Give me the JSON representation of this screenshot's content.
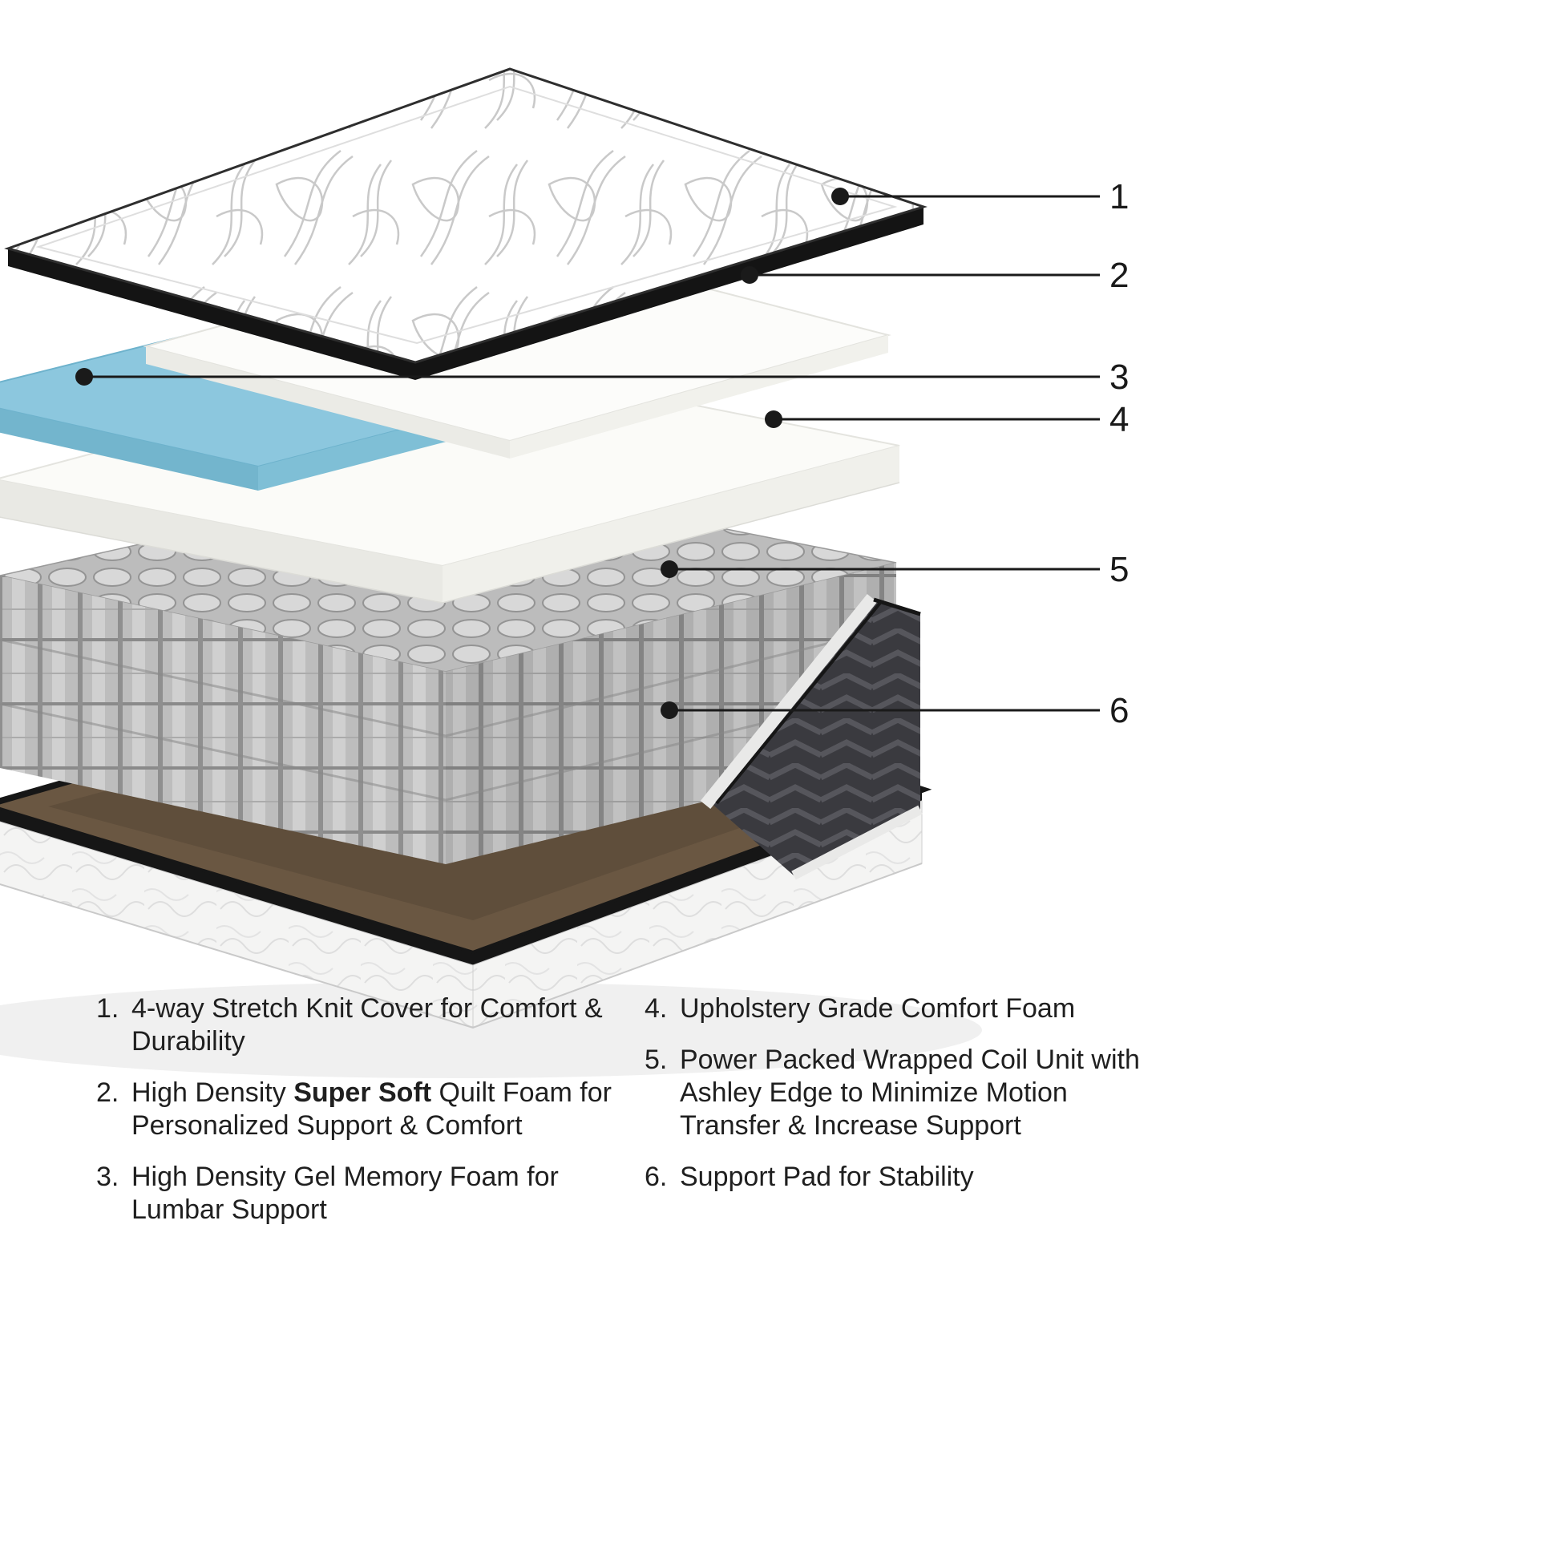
{
  "colors": {
    "callout_line": "#1a1a1a",
    "text": "#1f1f1f",
    "gel_foam": "#8cc7de",
    "support_pad": "#6a5742",
    "border_fabric": "#3a3a3f",
    "coil": "#bcbcbc"
  },
  "callouts": {
    "items": [
      {
        "label": "1"
      },
      {
        "label": "2"
      },
      {
        "label": "3"
      },
      {
        "label": "4"
      },
      {
        "label": "5"
      },
      {
        "label": "6"
      }
    ]
  },
  "legend": {
    "left": [
      {
        "num": "1.",
        "pre": "4-way Stretch Knit Cover for Comfort & Durability",
        "bold": "",
        "post": ""
      },
      {
        "num": "2.",
        "pre": "High Density ",
        "bold": "Super Soft",
        "post": " Quilt Foam for Personalized Support & Comfort"
      },
      {
        "num": "3.",
        "pre": "High Density Gel Memory Foam for Lumbar Support",
        "bold": "",
        "post": ""
      }
    ],
    "right": [
      {
        "num": "4.",
        "pre": "Upholstery Grade Comfort Foam",
        "bold": "",
        "post": ""
      },
      {
        "num": "5.",
        "pre": "Power Packed Wrapped Coil Unit with Ashley Edge to Minimize Motion Transfer & Increase Support",
        "bold": "",
        "post": ""
      },
      {
        "num": "6.",
        "pre": "Support Pad for Stability",
        "bold": "",
        "post": ""
      }
    ]
  }
}
